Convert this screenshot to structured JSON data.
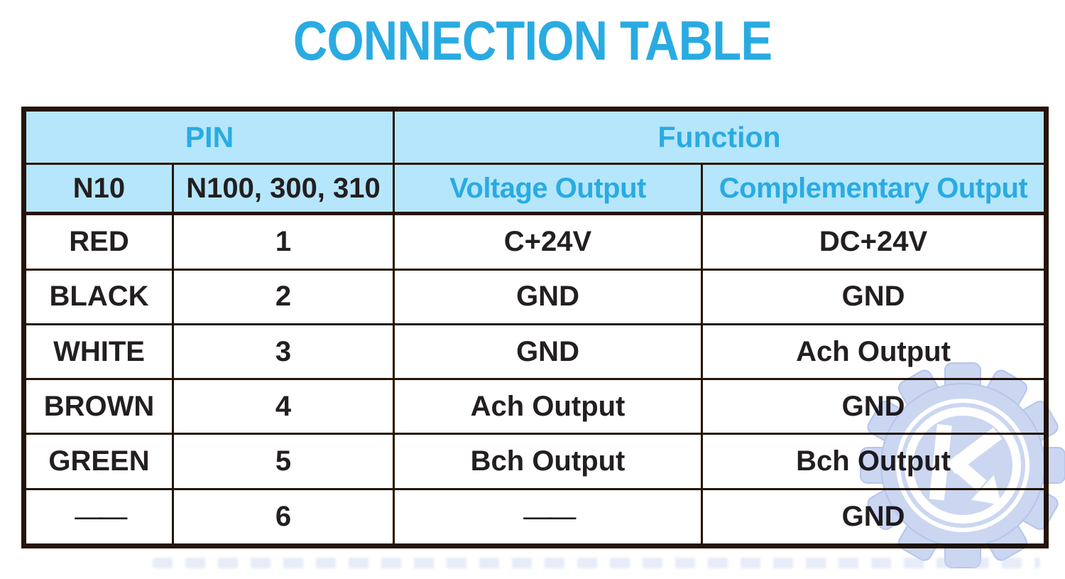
{
  "title": "CONNECTION TABLE",
  "table": {
    "group_headers": [
      {
        "label": "PIN",
        "span": 2
      },
      {
        "label": "Function",
        "span": 2
      }
    ],
    "sub_headers": [
      {
        "label": "N10",
        "style": "dark"
      },
      {
        "label": "N100, 300, 310",
        "style": "dark"
      },
      {
        "label": "Voltage Output",
        "style": "accent"
      },
      {
        "label": "Complementary Output",
        "style": "accent"
      }
    ],
    "rows": [
      [
        "RED",
        "1",
        "C+24V",
        "DC+24V"
      ],
      [
        "BLACK",
        "2",
        "GND",
        "GND"
      ],
      [
        "WHITE",
        "3",
        "GND",
        "Ach Output"
      ],
      [
        "BROWN",
        "4",
        "Ach Output",
        "GND"
      ],
      [
        "GREEN",
        "5",
        "Bch Output",
        "Bch Output"
      ],
      [
        "——",
        "6",
        "——",
        "GND"
      ]
    ]
  },
  "watermark": {
    "icon": "gear-k-logo",
    "letter": "K"
  },
  "colors": {
    "accent": "#29ABE2",
    "header_bg": "#B6E6FB",
    "border": "#241506",
    "text": "#231F20",
    "watermark": "#CBD6F1",
    "watermark_stroke": "#B7C5EB"
  }
}
